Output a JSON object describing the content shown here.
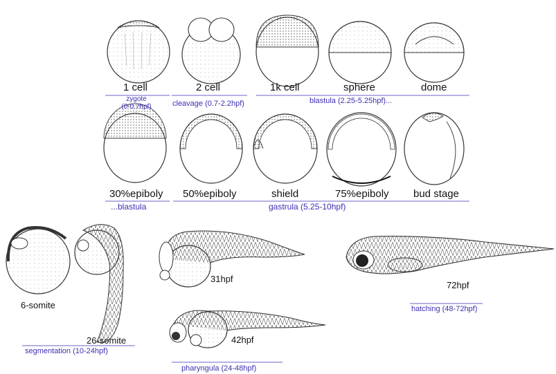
{
  "stage_labels": {
    "cell1": "1 cell",
    "cell2": "2 cell",
    "cell1k": "1k cell",
    "sphere": "sphere",
    "dome": "dome",
    "epiboly30": "30%epiboly",
    "epiboly50": "50%epiboly",
    "shield": "shield",
    "epiboly75": "75%epiboly",
    "bud": "bud stage",
    "somite6": "6-somite",
    "somite26": "26-somite",
    "hpf31": "31hpf",
    "hpf42": "42hpf",
    "hpf72": "72hpf"
  },
  "phase_labels": {
    "zygote": "zygote",
    "zygote_range": "(0-0.7hpf)",
    "cleavage": "cleavage (0.7-2.2hpf)",
    "blastula": "blastula (2.25-5.25hpf)...",
    "blastula_cont": "...blastula",
    "gastrula": "gastrula (5.25-10hpf)",
    "segmentation": "segmentation (10-24hpf)",
    "pharyngula": "pharyngula (24-48hpf)",
    "hatching": "hatching (48-72hpf)"
  },
  "colors": {
    "phase_text": "#3a2fb0",
    "phase_rule": "#6b63c9",
    "ink": "#333333",
    "stipple": "#555555"
  }
}
